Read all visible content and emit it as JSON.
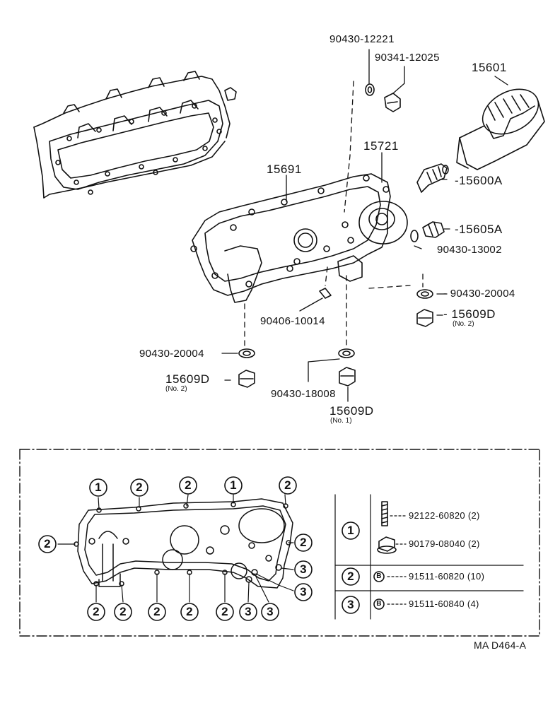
{
  "exploded_view": {
    "part_labels": {
      "p90430_12221": "90430-12221",
      "p90341_12025": "90341-12025",
      "p15601": "15601",
      "p15721": "15721",
      "p15691": "15691",
      "p15600a": "-15600A",
      "p15605a": "-15605A",
      "p90430_13002": "90430-13002",
      "p90430_20004_r": "- 90430-20004",
      "p15609d_r": "- 15609D",
      "p15609d_r_note": "(No. 2)",
      "p90406_10014": "90406-10014",
      "p90430_20004_l": "90430-20004",
      "p15609d_l": "15609D",
      "p15609d_l_note": "(No. 2)",
      "p90430_18008": "90430-18008",
      "p15609d_c": "15609D",
      "p15609d_c_note": "(No. 1)"
    }
  },
  "bolt_diagram": {
    "callouts": {
      "t1a": "1",
      "t2a": "2",
      "t2b": "2",
      "t1b": "1",
      "t2c": "2",
      "l2": "2",
      "r2": "2",
      "r3a": "3",
      "r3b": "3",
      "b2a": "2",
      "b2b": "2",
      "b2c": "2",
      "b2d": "2",
      "b2e": "2",
      "b3a": "3",
      "b3b": "3"
    },
    "legend": [
      {
        "key": "1",
        "parts": [
          "92122-60820 (2)",
          "90179-08040 (2)"
        ]
      },
      {
        "key": "2",
        "marker": "B",
        "parts": [
          "91511-60820 (10)"
        ]
      },
      {
        "key": "3",
        "marker": "B",
        "parts": [
          "91511-60840 (4)"
        ]
      }
    ]
  },
  "diagram_code": "MA D464-A"
}
